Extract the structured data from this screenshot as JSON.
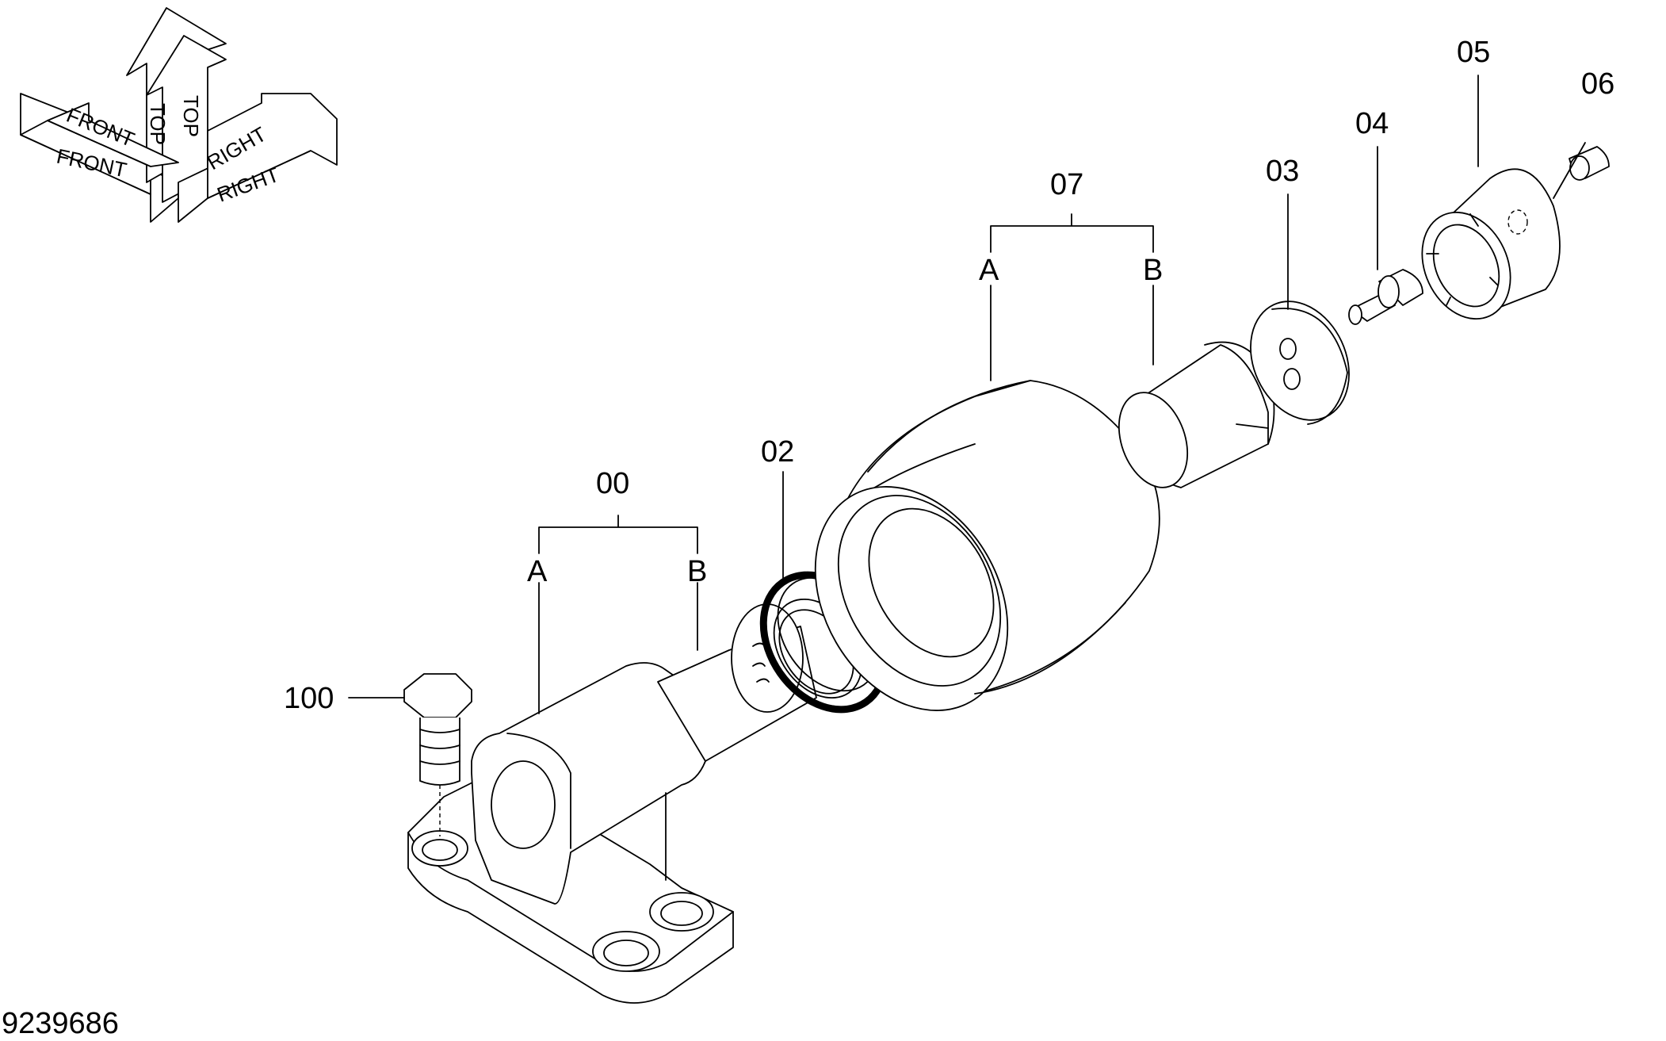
{
  "orientation": {
    "front": "FRONT",
    "top": "TOP",
    "right": "RIGHT"
  },
  "callouts": {
    "p00": "00",
    "p02": "02",
    "p03": "03",
    "p04": "04",
    "p05": "05",
    "p06": "06",
    "p07": "07",
    "p100": "100",
    "a00": "A",
    "b00": "B",
    "a07": "A",
    "b07": "B"
  },
  "drawing_number": "9239686"
}
